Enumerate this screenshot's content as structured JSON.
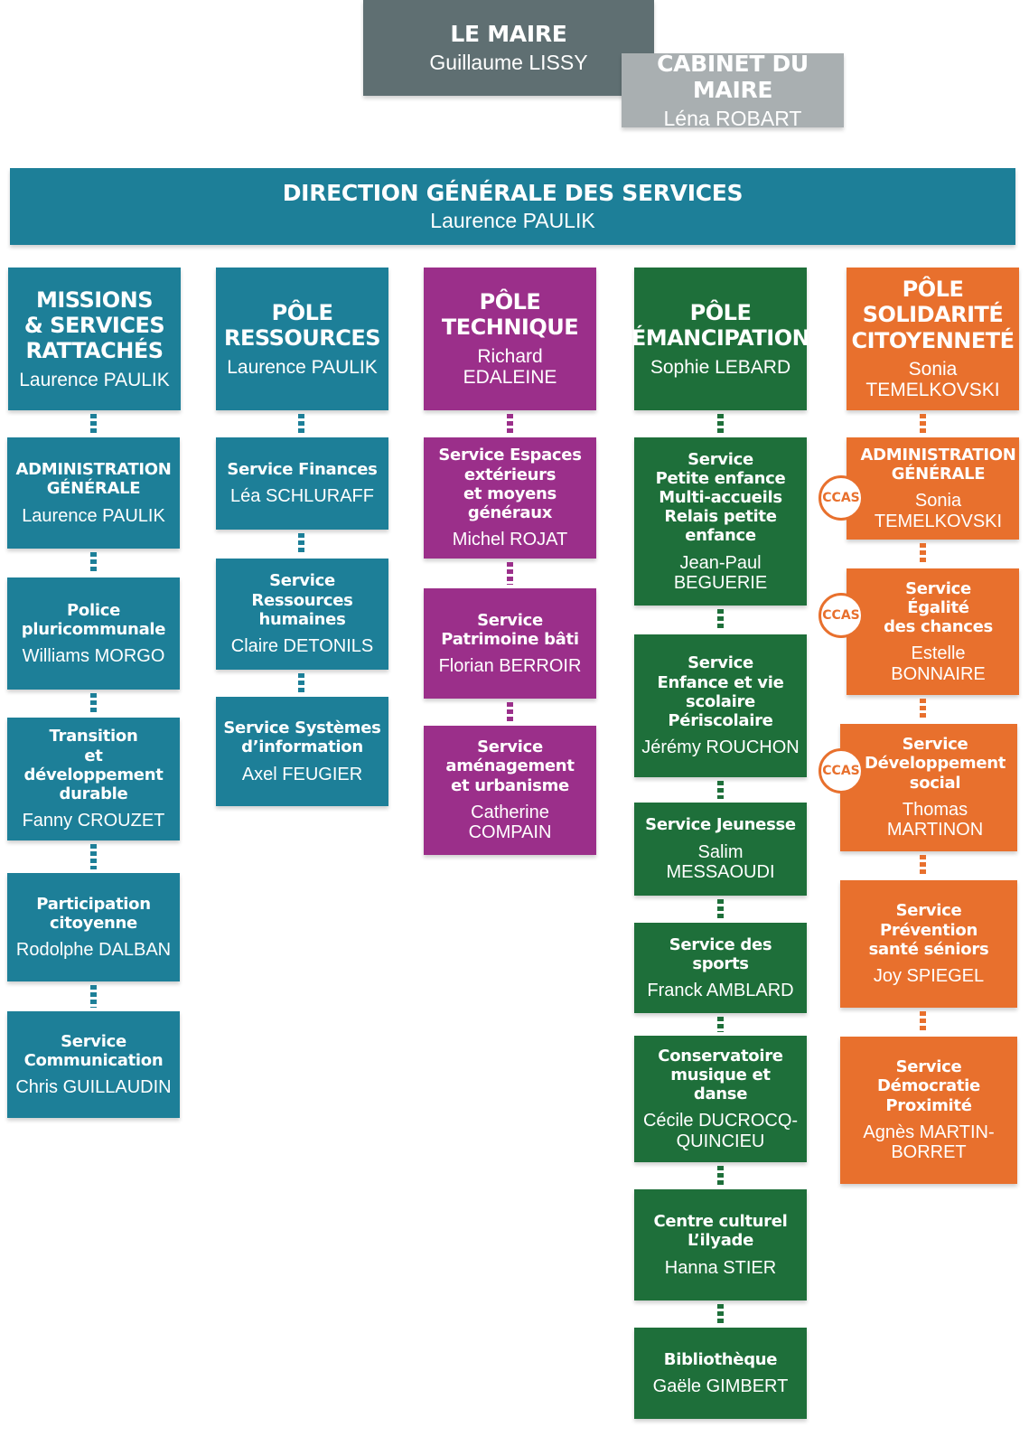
{
  "colors": {
    "mayor": "#5f6f72",
    "cabinet": "#a9afb1",
    "teal": "#1d7f98",
    "purple": "#9b2f8a",
    "green": "#1e6f3a",
    "orange": "#e8702d"
  },
  "maire": {
    "title": "LE MAIRE",
    "name": "Guillaume LISSY"
  },
  "cabinet": {
    "title": "CABINET DU MAIRE",
    "name": "Léna ROBART"
  },
  "dgs": {
    "title": "DIRECTION GÉNÉRALE DES SERVICES",
    "name": "Laurence PAULIK"
  },
  "columns": [
    {
      "color": "teal",
      "head": {
        "title": "MISSIONS\n& SERVICES\nRATTACHÉS",
        "name": "Laurence PAULIK"
      },
      "items": [
        {
          "title": "ADMINISTRATION\nGÉNÉRALE",
          "name": "Laurence PAULIK"
        },
        {
          "title": "Police\npluricommunale",
          "name": "Williams MORGO"
        },
        {
          "title": "Transition\net développement\ndurable",
          "name": "Fanny CROUZET"
        },
        {
          "title": "Participation\ncitoyenne",
          "name": "Rodolphe DALBAN"
        },
        {
          "title": "Service\nCommunication",
          "name": "Chris GUILLAUDIN"
        }
      ]
    },
    {
      "color": "teal",
      "head": {
        "title": "PÔLE\nRESSOURCES",
        "name": "Laurence PAULIK"
      },
      "items": [
        {
          "title": "Service Finances",
          "name": "Léa SCHLURAFF"
        },
        {
          "title": "Service Ressources\nhumaines",
          "name": "Claire DETONILS"
        },
        {
          "title": "Service Systèmes\nd’information",
          "name": "Axel FEUGIER"
        }
      ]
    },
    {
      "color": "purple",
      "head": {
        "title": "PÔLE\nTECHNIQUE",
        "name": "Richard EDALEINE"
      },
      "items": [
        {
          "title": "Service Espaces\nextérieurs\net moyens généraux",
          "name": "Michel ROJAT"
        },
        {
          "title": "Service\nPatrimoine bâti",
          "name": "Florian BERROIR"
        },
        {
          "title": "Service\naménagement\net urbanisme",
          "name": "Catherine COMPAIN"
        }
      ]
    },
    {
      "color": "green",
      "head": {
        "title": "PÔLE\nÉMANCIPATION",
        "name": "Sophie LEBARD"
      },
      "items": [
        {
          "title": "Service\nPetite enfance\nMulti-accueils\nRelais petite\nenfance",
          "name": "Jean-Paul BEGUERIE"
        },
        {
          "title": "Service\nEnfance et vie\nscolaire\nPériscolaire",
          "name": "Jérémy ROUCHON"
        },
        {
          "title": "Service Jeunesse",
          "name": "Salim MESSAOUDI"
        },
        {
          "title": "Service des sports",
          "name": "Franck AMBLARD"
        },
        {
          "title": "Conservatoire\nmusique et danse",
          "name": "Cécile DUCROCQ-\nQUINCIEU"
        },
        {
          "title": "Centre culturel\nL’ilyade",
          "name": "Hanna STIER"
        },
        {
          "title": "Bibliothèque",
          "name": "Gaële GIMBERT"
        }
      ]
    },
    {
      "color": "orange",
      "head": {
        "title": "PÔLE\nSOLIDARITÉ\nCITOYENNETÉ",
        "name": "Sonia TEMELKOVSKI"
      },
      "items": [
        {
          "title": "ADMINISTRATION\nGÉNÉRALE",
          "name": "Sonia TEMELKOVSKI",
          "badge": "CCAS"
        },
        {
          "title": "Service\nÉgalité\ndes chances",
          "name": "Estelle BONNAIRE",
          "badge": "CCAS"
        },
        {
          "title": "Service\nDéveloppement\nsocial",
          "name": "Thomas MARTINON",
          "badge": "CCAS"
        },
        {
          "title": "Service\nPrévention\nsanté séniors",
          "name": "Joy SPIEGEL"
        },
        {
          "title": "Service\nDémocratie\nProximité",
          "name": "Agnès MARTIN-\nBORRET"
        }
      ]
    }
  ]
}
